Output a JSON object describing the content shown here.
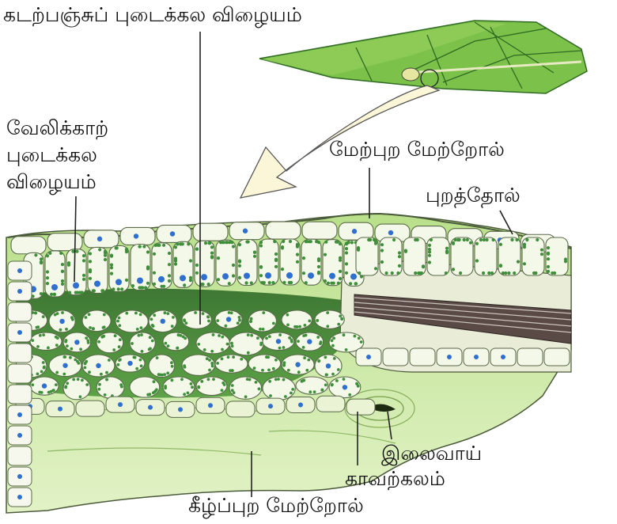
{
  "labels": {
    "spongy": "கடற்பஞ்சுப் புடைக்கல விழையம்",
    "palisade": "வேலிக்காற்\nபுடைக்கல\nவிழையம்",
    "upper_epidermis": "மேற்புற மேற்றோல்",
    "cuticle": "புறத்தோல்",
    "stoma": "இலைவாய்",
    "guard_cell": "காவற்கலம்",
    "lower_epidermis": "கீழ்ப்புற மேற்றோல்"
  },
  "colors": {
    "leaf": "#7cc24a",
    "leaf_dark": "#3f8a2a",
    "cell_fill": "#f4f8e8",
    "cell_edge": "#5a6a4a",
    "chloroplast": "#3e8f3a",
    "nucleus": "#2f6fd0",
    "lower_tissue": "#cde8a6",
    "vein": "#5a4a46",
    "arrow": "#fbf6d8"
  }
}
